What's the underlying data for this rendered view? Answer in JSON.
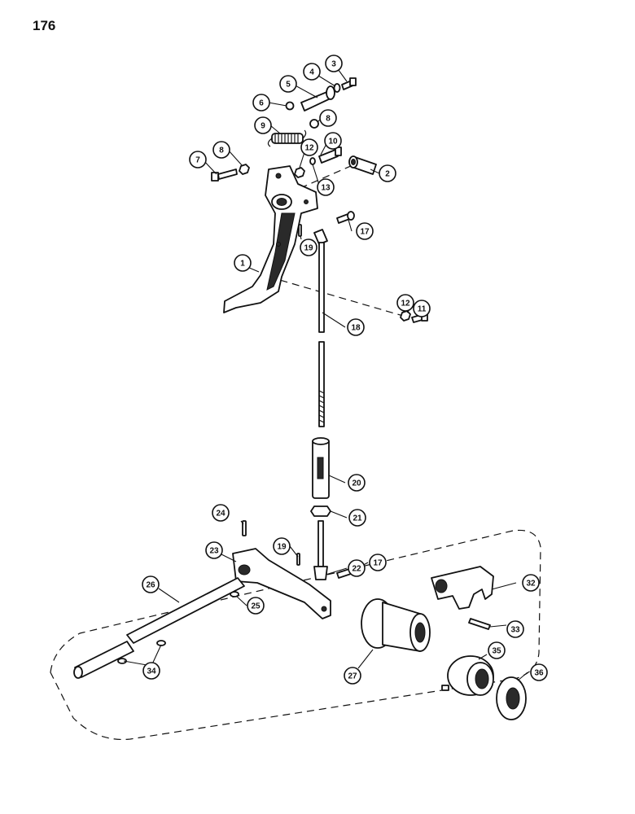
{
  "page": {
    "number": "176"
  },
  "callouts": [
    {
      "id": "c1",
      "text": "1"
    },
    {
      "id": "c2",
      "text": "2"
    },
    {
      "id": "c3",
      "text": "3"
    },
    {
      "id": "c4",
      "text": "4"
    },
    {
      "id": "c5",
      "text": "5"
    },
    {
      "id": "c6",
      "text": "6"
    },
    {
      "id": "c7",
      "text": "7"
    },
    {
      "id": "c8a",
      "text": "8"
    },
    {
      "id": "c8b",
      "text": "8"
    },
    {
      "id": "c9",
      "text": "9"
    },
    {
      "id": "c10",
      "text": "10"
    },
    {
      "id": "c11",
      "text": "11"
    },
    {
      "id": "c12a",
      "text": "12"
    },
    {
      "id": "c12b",
      "text": "12"
    },
    {
      "id": "c13",
      "text": "13"
    },
    {
      "id": "c17a",
      "text": "17"
    },
    {
      "id": "c17b",
      "text": "17"
    },
    {
      "id": "c18",
      "text": "18"
    },
    {
      "id": "c19a",
      "text": "19"
    },
    {
      "id": "c19b",
      "text": "19"
    },
    {
      "id": "c20",
      "text": "20"
    },
    {
      "id": "c21",
      "text": "21"
    },
    {
      "id": "c22",
      "text": "22"
    },
    {
      "id": "c23",
      "text": "23"
    },
    {
      "id": "c24",
      "text": "24"
    },
    {
      "id": "c25",
      "text": "25"
    },
    {
      "id": "c26",
      "text": "26"
    },
    {
      "id": "c27",
      "text": "27"
    },
    {
      "id": "c32",
      "text": "32"
    },
    {
      "id": "c33",
      "text": "33"
    },
    {
      "id": "c34",
      "text": "34"
    },
    {
      "id": "c35",
      "text": "35"
    },
    {
      "id": "c36",
      "text": "36"
    }
  ]
}
